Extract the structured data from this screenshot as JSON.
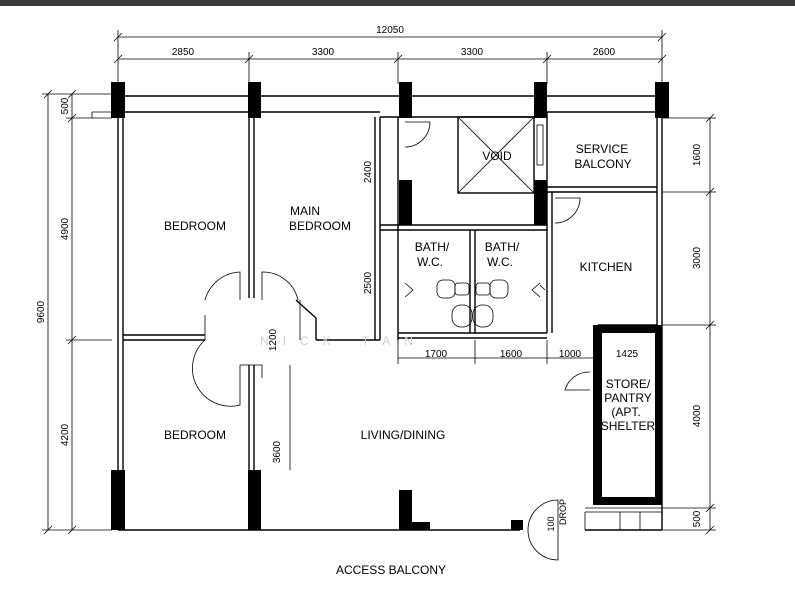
{
  "dimensions_top": {
    "overall": "12050",
    "segments": [
      "2850",
      "3300",
      "3300",
      "2600"
    ]
  },
  "dimensions_left": {
    "overall": "9600",
    "segments": [
      "500",
      "4900",
      "4200"
    ]
  },
  "dimensions_right": [
    "1600",
    "3000",
    "4000",
    "500"
  ],
  "dimensions_inner": {
    "vertical": [
      "2400",
      "2500",
      "1200",
      "3600"
    ],
    "horizontal": [
      "1700",
      "1600",
      "1000",
      "1425"
    ]
  },
  "rooms": {
    "bedroom_1": "BEDROOM",
    "main_bedroom": [
      "MAIN",
      "BEDROOM"
    ],
    "void": "VOID",
    "service_balcony": [
      "SERVICE",
      "BALCONY"
    ],
    "bath_1": [
      "BATH/",
      "W.C."
    ],
    "bath_2": [
      "BATH/",
      "W.C."
    ],
    "kitchen": "KITCHEN",
    "bedroom_2": "BEDROOM",
    "living_dining": "LIVING/DINING",
    "store": [
      "STORE/",
      "PANTRY",
      "(APT.",
      "SHELTER)"
    ],
    "drop": [
      "100",
      "DROP"
    ],
    "access_balcony": "ACCESS BALCONY"
  },
  "watermark": "NICK TAN"
}
